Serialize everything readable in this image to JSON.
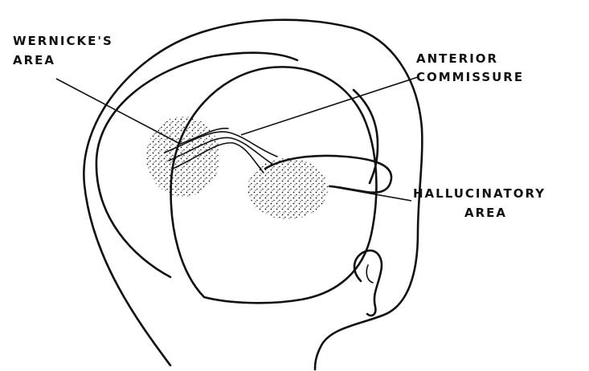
{
  "labels": {
    "wernicke_line1": "WERNICKE'S",
    "wernicke_line2": "AREA",
    "anterior_line1": "ANTERIOR",
    "anterior_line2": "COMMISSURE",
    "halluc_line1": "HALLUCINATORY",
    "halluc_line2": "AREA"
  },
  "colors": {
    "ink": "#111111",
    "background": "#ffffff"
  }
}
